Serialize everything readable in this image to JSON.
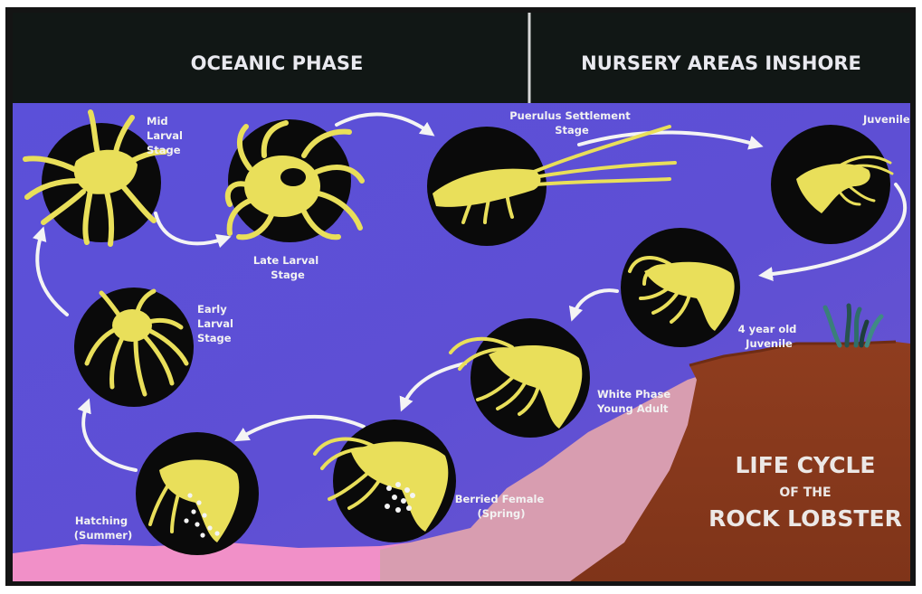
{
  "headers": {
    "left": "OCEANIC PHASE",
    "right": "NURSERY AREAS INSHORE"
  },
  "stages": {
    "mid_larval": [
      "Mid",
      "Larval",
      "Stage"
    ],
    "late_larval": [
      "Late Larval",
      "Stage"
    ],
    "puerulus": [
      "Puerulus Settlement",
      "Stage"
    ],
    "juvenile": [
      "Juvenile"
    ],
    "early_larval": [
      "Early",
      "Larval",
      "Stage"
    ],
    "four_year": [
      "4 year old",
      "Juvenile"
    ],
    "white_phase": [
      "White Phase",
      "Young Adult"
    ],
    "berried": [
      "Berried Female",
      "(Spring)"
    ],
    "hatching": [
      "Hatching",
      "(Summer)"
    ]
  },
  "title": {
    "line1": "LIFE CYCLE",
    "line2": "OF THE",
    "line3": "ROCK LOBSTER"
  },
  "colors": {
    "ocean": "#5a4fd6",
    "header": "#121816",
    "creature": "#e9df5a",
    "circle": "#0a0a0a",
    "pink_sand": "#d79aae",
    "sea_floor_pink": "#f18fc9",
    "rock": "#8d3b1e"
  }
}
